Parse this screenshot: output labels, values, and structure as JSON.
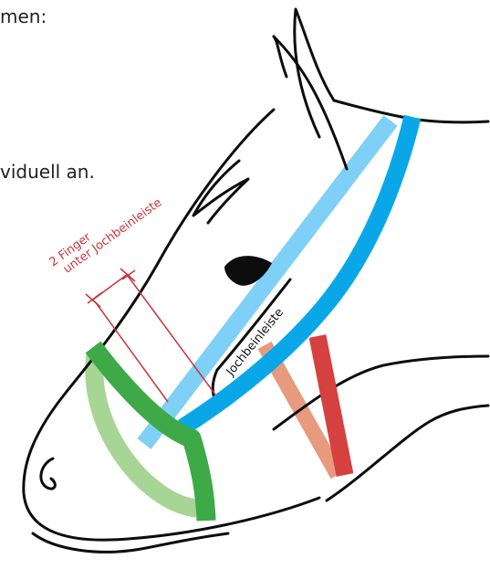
{
  "text": {
    "line_top": "men:",
    "line_mid": "viduell an."
  },
  "labels": {
    "measure_line1": "2 Finger",
    "measure_line2": "unter Jochbeinleiste",
    "cheekbone": "Jochbeinleiste"
  },
  "colors": {
    "blue_dark": "#0aa7e8",
    "blue_light": "#7fd0f6",
    "green_dark": "#3daa47",
    "green_light": "#a6d594",
    "red_dark": "#d5413f",
    "red_light": "#e79a7e",
    "annotation_red": "#c8343a",
    "outline": "#0d0d0d"
  }
}
